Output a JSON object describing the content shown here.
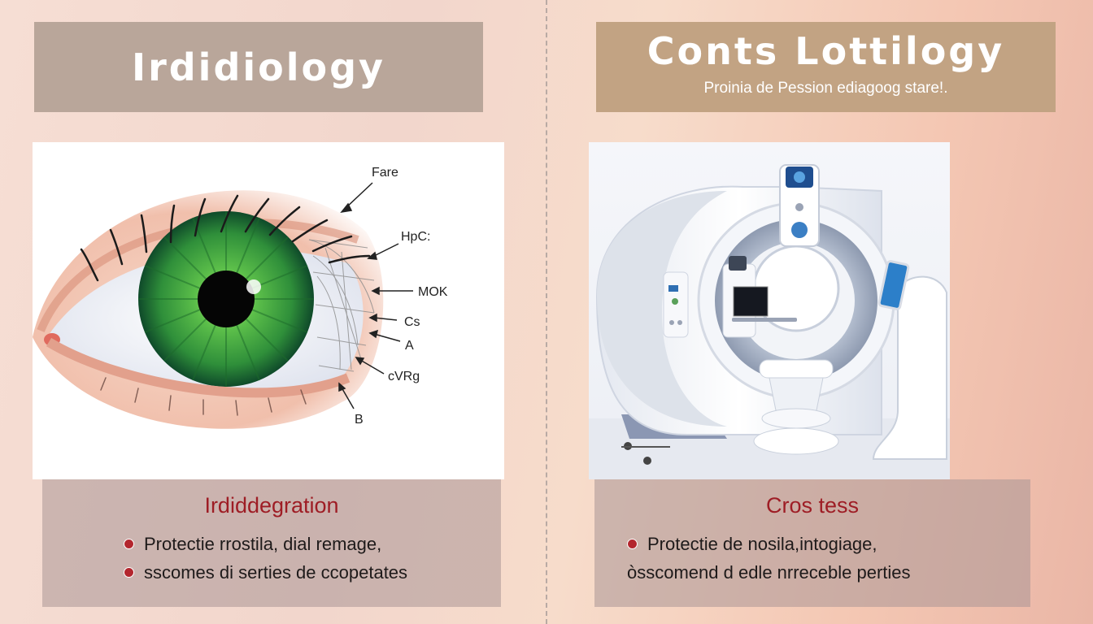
{
  "left": {
    "banner_title": "Irdidiology",
    "eye_labels": [
      "Fare",
      "HpC:",
      "MOK",
      "Cs",
      "A",
      "cVRg",
      "B"
    ],
    "card": {
      "title": "Irdiddegration",
      "bullets": [
        "Protectie rrostila, dial remage,",
        "sscomes di serties de ccopetates"
      ]
    }
  },
  "right": {
    "banner_title": "Conts Lottilogy",
    "banner_subtitle": "Proinia de Pession ediagoog stare!.",
    "card": {
      "title": "Cros tess",
      "bullets": [
        "Protectie de nosila,intogiage,",
        "òsscomend d edle nrreceble perties"
      ]
    }
  },
  "colors": {
    "left_banner": "#b9a69a",
    "right_banner": "#c2a383",
    "card_title": "#9e1d25",
    "bullet": "#b3262e",
    "iris": "#2f8f3a"
  },
  "icons": [
    "eye-illustration",
    "scanner-machine-illustration",
    "bullet-dot-icon"
  ]
}
